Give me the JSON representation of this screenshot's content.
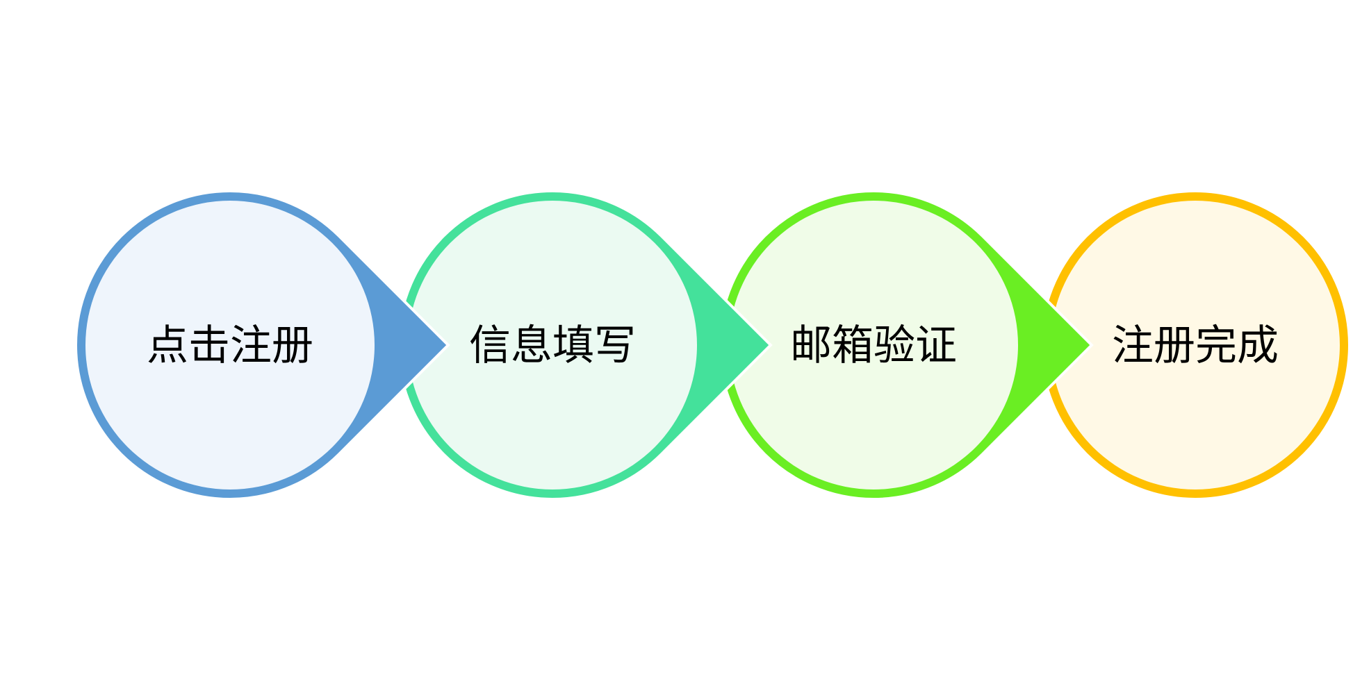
{
  "steps": [
    {
      "label": "点击注册",
      "color": "#5B9BD5",
      "fill": "#EFF5FC"
    },
    {
      "label": "信息填写",
      "color": "#44E19B",
      "fill": "#EBFAF2"
    },
    {
      "label": "邮箱验证",
      "color": "#6AEE23",
      "fill": "#F0FCE8"
    },
    {
      "label": "注册完成",
      "color": "#FFC000",
      "fill": "#FFF9E6"
    }
  ]
}
